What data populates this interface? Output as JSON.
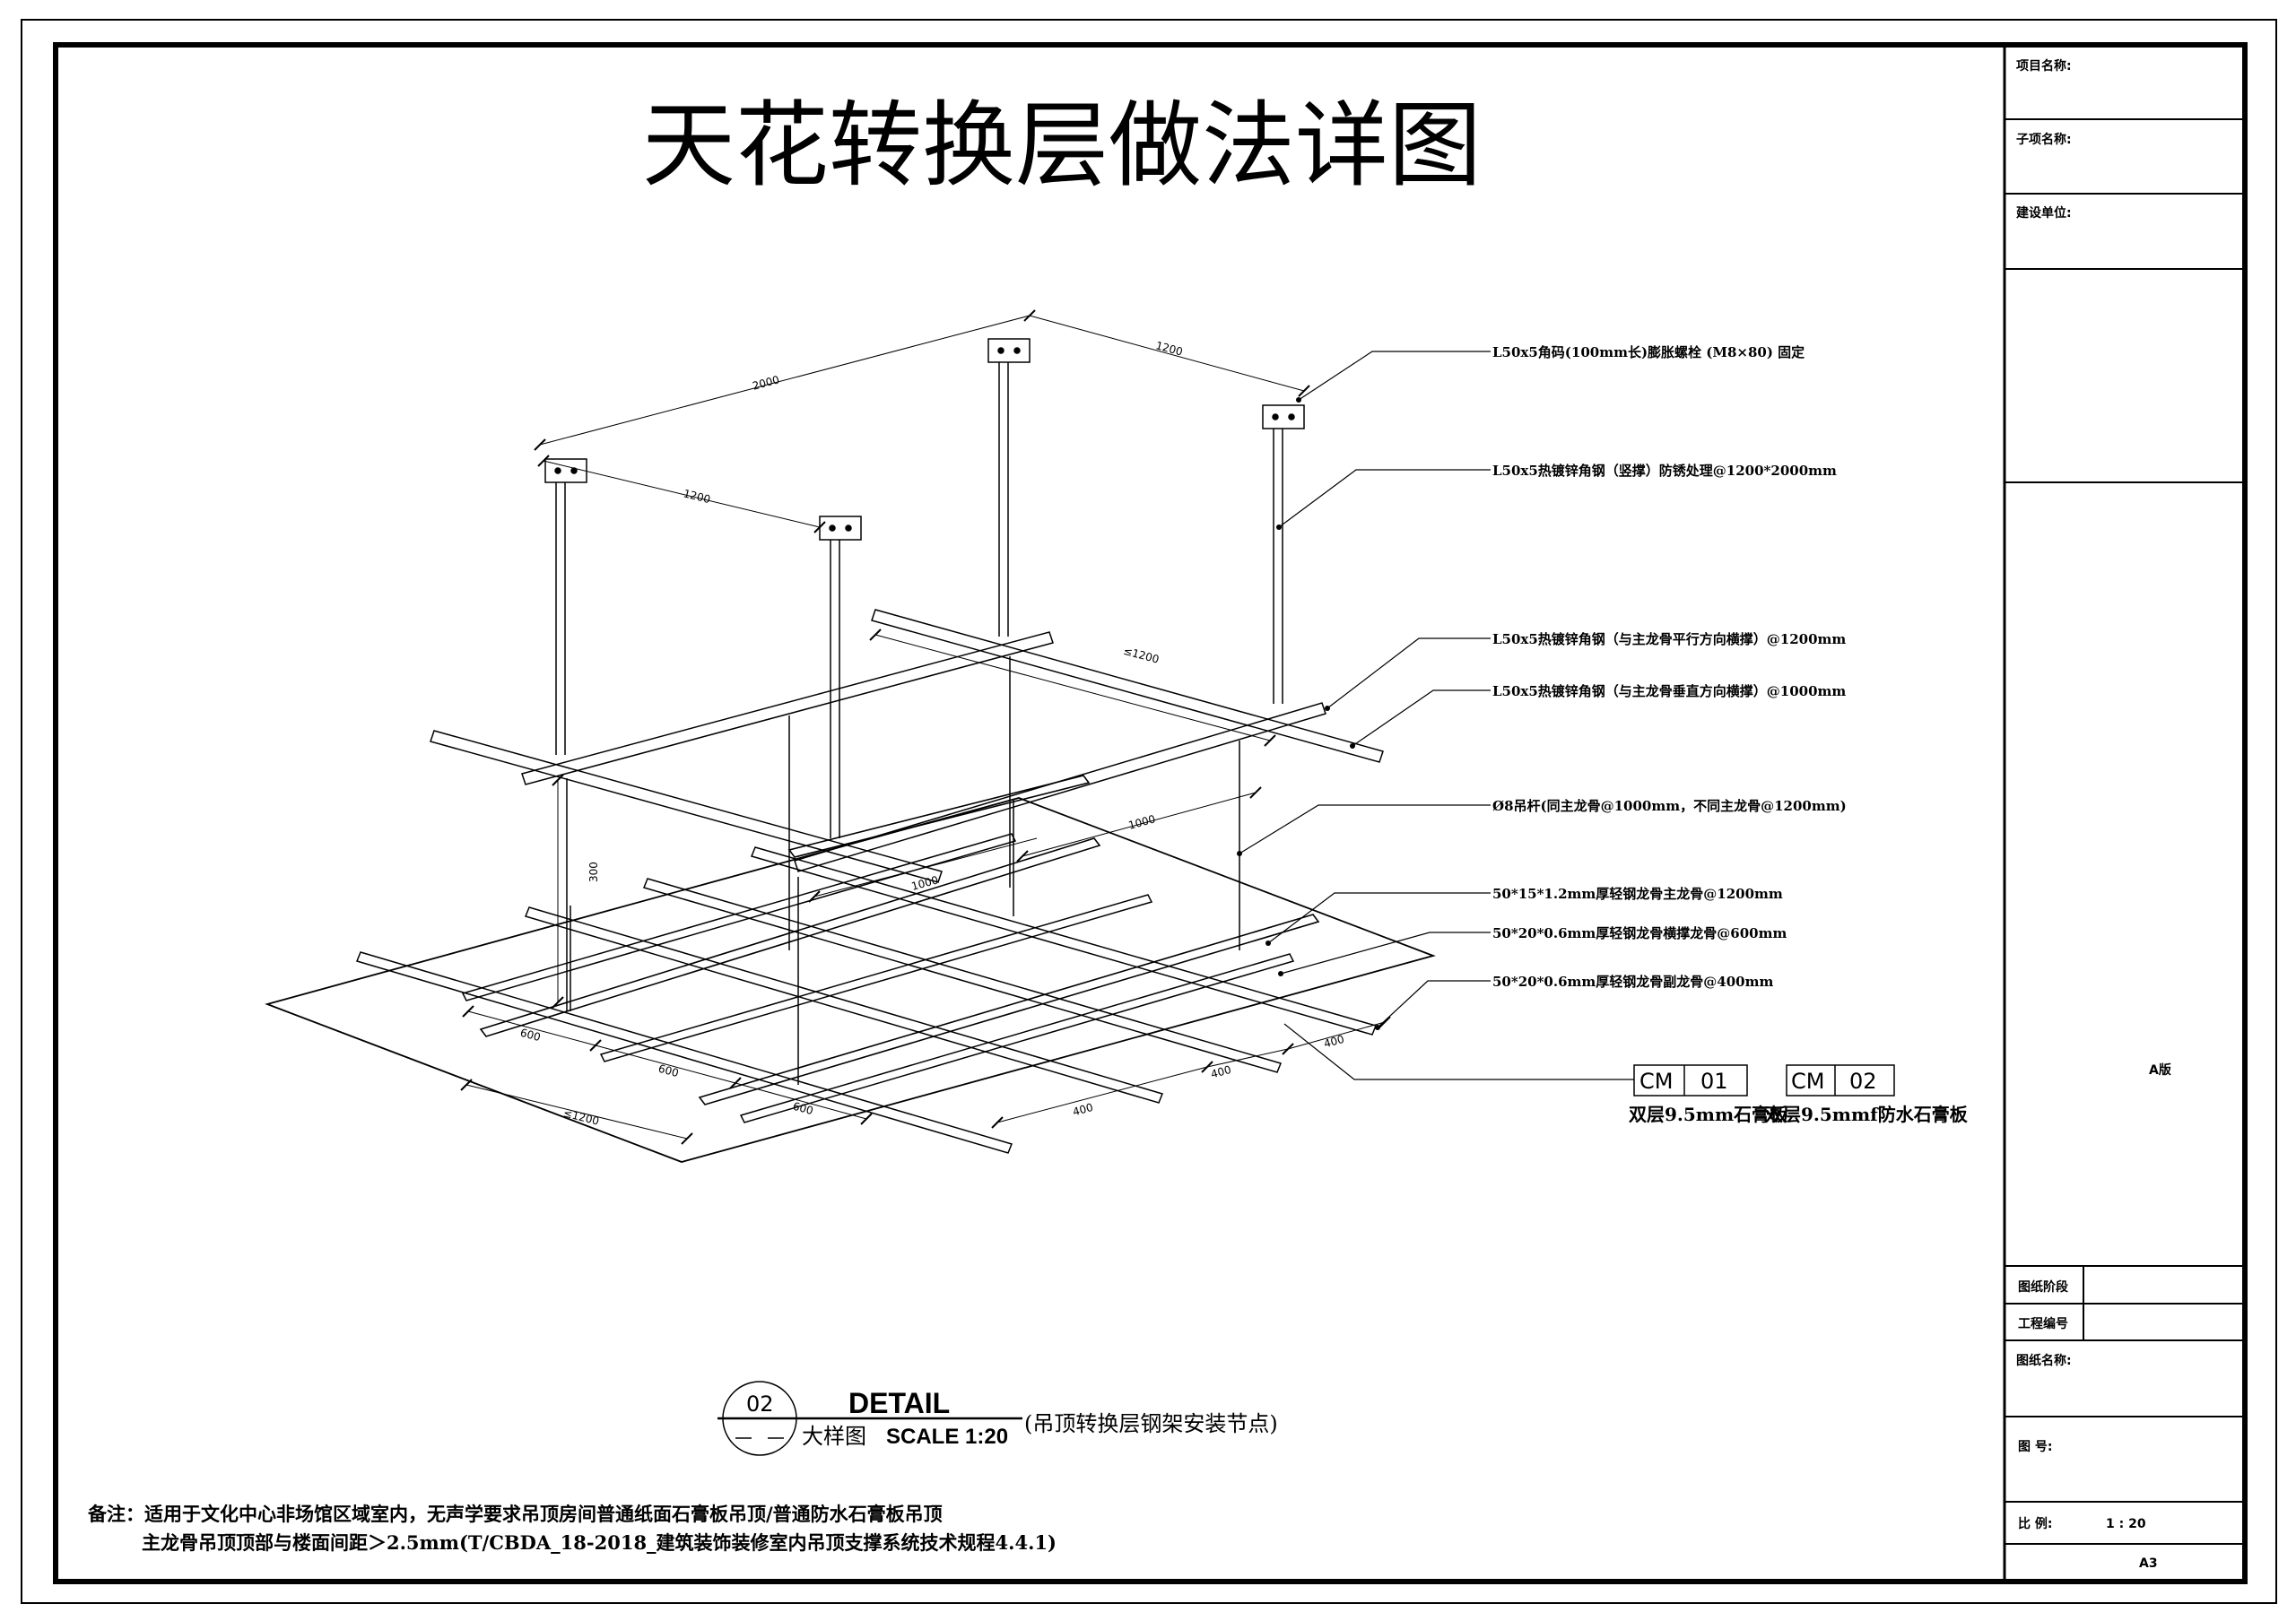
{
  "title": "天花转换层做法详图",
  "dimensions": {
    "top_long": "2000",
    "top_right": "1200",
    "top_left": "1200",
    "brace": "≤1200",
    "height": "300",
    "main_span": "1000",
    "main_span_2": "1000",
    "front_600_a": "600",
    "front_600_b": "600",
    "front_600_c": "600",
    "front_total": "≤1200",
    "right_400_a": "400",
    "right_400_b": "400",
    "right_400_c": "400"
  },
  "callouts": [
    "L50x5角码(100mm长)膨胀螺栓 (M8×80) 固定",
    "L50x5热镀锌角钢（竖撑）防锈处理@1200*2000mm",
    "L50x5热镀锌角钢（与主龙骨平行方向横撑）@1200mm",
    "L50x5热镀锌角钢（与主龙骨垂直方向横撑）@1000mm",
    "Ø8吊杆(同主龙骨@1000mm，不同主龙骨@1200mm)",
    "50*15*1.2mm厚轻钢龙骨主龙骨@1200mm",
    "50*20*0.6mm厚轻钢龙骨横撑龙骨@600mm",
    "50*20*0.6mm厚轻钢龙骨副龙骨@400mm"
  ],
  "materials": [
    {
      "code": "CM",
      "num": "01",
      "label": "双层9.5mm石膏板"
    },
    {
      "code": "CM",
      "num": "02",
      "label": "双层9.5mmf防水石膏板"
    }
  ],
  "detail": {
    "number": "02",
    "heading": "DETAIL",
    "sub_label": "大样图",
    "scale": "SCALE 1:20",
    "caption": "(吊顶转换层钢架安装节点)"
  },
  "notes": {
    "line1": "备注：适用于文化中心非场馆区域室内，无声学要求吊顶房间普通纸面石膏板吊顶/普通防水石膏板吊顶",
    "line2": "主龙骨吊顶顶部与楼面间距＞2.5mm(T/CBDA_18-2018_建筑装饰装修室内吊顶支撑系统技术规程4.4.1)"
  },
  "title_block": {
    "project_name": "项目名称:",
    "sub_item": "子项名称:",
    "owner": "建设单位:",
    "version": "A版",
    "stage": "图纸阶段",
    "project_no": "工程编号",
    "drawing_name": "图纸名称:",
    "drawing_no": "图  号:",
    "scale_label": "比  例:",
    "scale_value": "1 : 20",
    "paper": "A3"
  }
}
